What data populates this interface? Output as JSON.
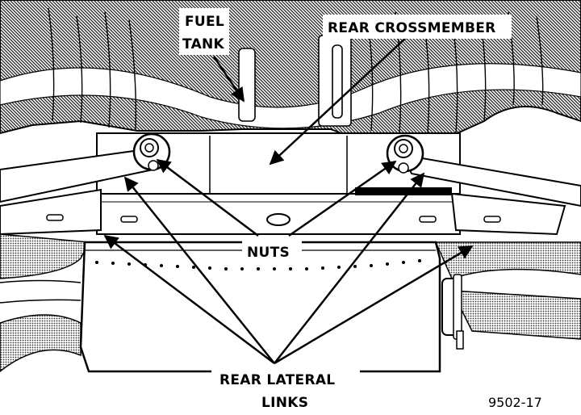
{
  "labels": {
    "fuel_tank_line1": "FUEL",
    "fuel_tank_line2": "TANK",
    "rear_crossmember": "REAR CROSSMEMBER",
    "nuts": "NUTS",
    "rear_lateral_links_line1": "REAR LATERAL",
    "rear_lateral_links_line2": "LINKS"
  },
  "figure_number": "9502-17",
  "colors": {
    "ink": "#000000",
    "paper": "#ffffff",
    "hatch": "#3a3a3a"
  }
}
